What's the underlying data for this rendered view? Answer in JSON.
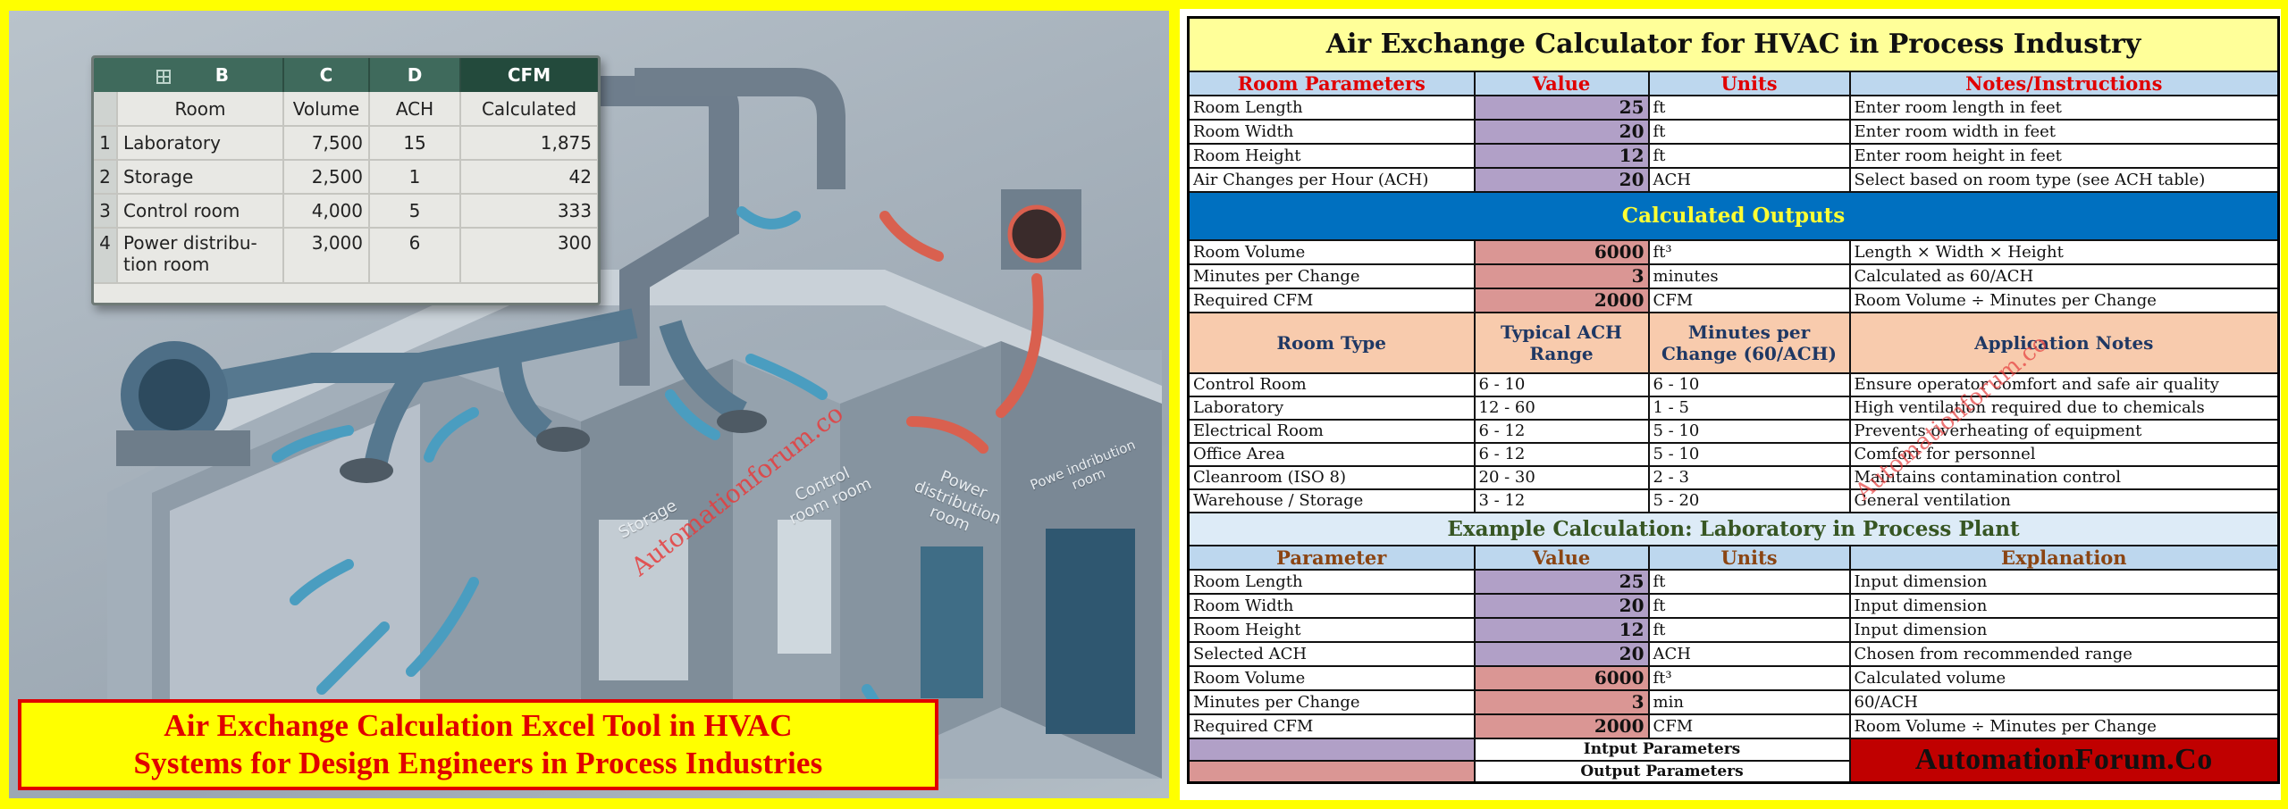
{
  "left_panel": {
    "excel_card": {
      "column_letters": [
        "B",
        "C",
        "D",
        "CFM"
      ],
      "subheaders": [
        "Room",
        "Volume",
        "ACH",
        "Calculated"
      ],
      "rows": [
        {
          "num": "1",
          "room": "Laboratory",
          "volume": "7,500",
          "ach": "15",
          "cfm": "1,875"
        },
        {
          "num": "2",
          "room": "Storage",
          "volume": "2,500",
          "ach": "1",
          "cfm": "42"
        },
        {
          "num": "3",
          "room": "Control room",
          "volume": "4,000",
          "ach": "5",
          "cfm": "333"
        },
        {
          "num": "4",
          "room": "Power distribu-tion room",
          "volume": "3,000",
          "ach": "6",
          "cfm": "300"
        }
      ]
    },
    "room_labels": {
      "storage": "Storage",
      "control": "Control room room",
      "power": "Power distribution room",
      "powe": "Powe indribution room"
    },
    "watermark": "Automationforum.co",
    "banner": {
      "line1": "Air Exchange Calculation Excel Tool in HVAC",
      "line2": "Systems for Design Engineers in Process Industries"
    },
    "colors": {
      "banner_bg": "#ffff00",
      "banner_text": "#e00000",
      "arrow_supply": "#4a9dc0",
      "arrow_exhaust": "#d9604f"
    }
  },
  "calculator": {
    "title": "Air Exchange Calculator for HVAC in Process Industry",
    "room_params": {
      "headers": [
        "Room Parameters",
        "Value",
        "Units",
        "Notes/Instructions"
      ],
      "rows": [
        {
          "param": "Room Length",
          "value": "25",
          "unit": "ft",
          "note": "Enter room length in feet"
        },
        {
          "param": "Room Width",
          "value": "20",
          "unit": "ft",
          "note": "Enter room width in feet"
        },
        {
          "param": "Room Height",
          "value": "12",
          "unit": "ft",
          "note": "Enter room height in feet"
        },
        {
          "param": "Air Changes per Hour (ACH)",
          "value": "20",
          "unit": "ACH",
          "note": "Select based on room type (see ACH table)"
        }
      ]
    },
    "outputs": {
      "band_title": "Calculated Outputs",
      "rows": [
        {
          "param": "Room Volume",
          "value": "6000",
          "unit": "ft³",
          "note": "Length × Width × Height"
        },
        {
          "param": "Minutes per Change",
          "value": "3",
          "unit": "minutes",
          "note": "Calculated as 60/ACH"
        },
        {
          "param": "Required CFM",
          "value": "2000",
          "unit": "CFM",
          "note": "Room Volume ÷ Minutes per Change"
        }
      ]
    },
    "room_types": {
      "headers": [
        "Room Type",
        "Typical ACH Range",
        "Minutes per Change (60/ACH)",
        "Application Notes"
      ],
      "rows": [
        {
          "type": "Control Room",
          "ach": "6 - 10",
          "minutes": "6 - 10",
          "note": "Ensure operator comfort and safe air quality"
        },
        {
          "type": "Laboratory",
          "ach": "12 - 60",
          "minutes": "1 - 5",
          "note": "High ventilation required due to chemicals"
        },
        {
          "type": "Electrical Room",
          "ach": "6 - 12",
          "minutes": "5 - 10",
          "note": "Prevents overheating of equipment"
        },
        {
          "type": "Office Area",
          "ach": "6 - 12",
          "minutes": "5 - 10",
          "note": "Comfort for personnel"
        },
        {
          "type": "Cleanroom (ISO 8)",
          "ach": "20 - 30",
          "minutes": "2 - 3",
          "note": "Maintains contamination control"
        },
        {
          "type": "Warehouse / Storage",
          "ach": "3 - 12",
          "minutes": "5 - 20",
          "note": "General ventilation"
        }
      ]
    },
    "example": {
      "band_title": "Example Calculation: Laboratory in Process Plant",
      "headers": [
        "Parameter",
        "Value",
        "Units",
        "Explanation"
      ],
      "rows": [
        {
          "param": "Room Length",
          "value": "25",
          "unit": "ft",
          "note": "Input dimension",
          "kind": "in"
        },
        {
          "param": "Room Width",
          "value": "20",
          "unit": "ft",
          "note": "Input dimension",
          "kind": "in"
        },
        {
          "param": "Room Height",
          "value": "12",
          "unit": "ft",
          "note": "Input dimension",
          "kind": "in"
        },
        {
          "param": "Selected ACH",
          "value": "20",
          "unit": "ACH",
          "note": "Chosen from recommended range",
          "kind": "in"
        },
        {
          "param": "Room Volume",
          "value": "6000",
          "unit": "ft³",
          "note": "Calculated volume",
          "kind": "out"
        },
        {
          "param": "Minutes per Change",
          "value": "3",
          "unit": "min",
          "note": "60/ACH",
          "kind": "out"
        },
        {
          "param": "Required CFM",
          "value": "2000",
          "unit": "CFM",
          "note": "Room Volume ÷ Minutes per Change",
          "kind": "out"
        }
      ]
    },
    "legend": {
      "input_label": "Intput Parameters",
      "output_label": "Output Parameters"
    },
    "brand": "AutomationForum.Co",
    "watermark": "Automationforum.co",
    "colors": {
      "title_bg": "#ffff99",
      "title_text": "#e00000",
      "header_bg": "#bdd7ee",
      "outputs_band_bg": "#0070c0",
      "outputs_band_text": "#ffff33",
      "room_type_header_bg": "#f8cbad",
      "example_band_bg": "#ddebf7",
      "input_cell_bg": "#b1a0c7",
      "input_cell_text": "#22e5ff",
      "output_cell_bg": "#da9694",
      "output_cell_text": "#7cf08f",
      "brand_bg": "#c00000"
    }
  }
}
